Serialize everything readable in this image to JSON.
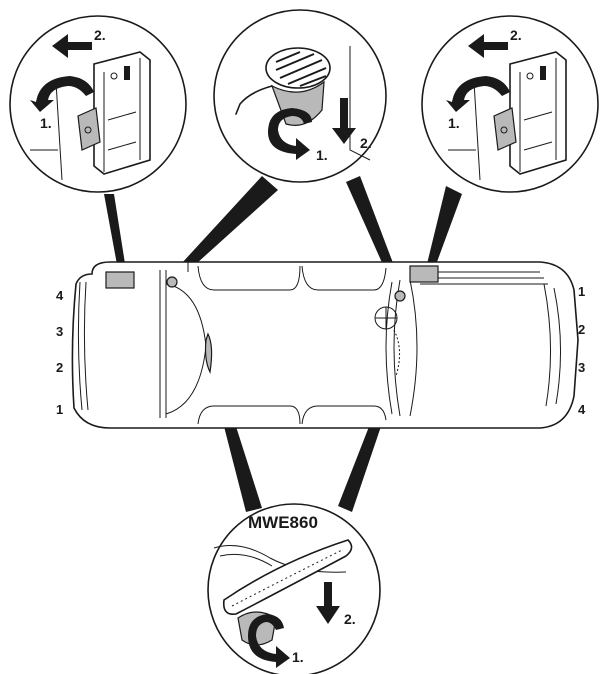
{
  "callouts": {
    "top_left": {
      "step1": "1.",
      "step2": "2."
    },
    "top_center": {
      "step1": "1.",
      "step2": "2."
    },
    "top_right": {
      "step1": "1.",
      "step2": "2."
    },
    "bottom": {
      "model": "MWE860",
      "step1": "1.",
      "step2": "2."
    }
  },
  "seat_numbers": {
    "left": [
      "4",
      "3",
      "2",
      "1"
    ],
    "right": [
      "1",
      "2",
      "3",
      "4"
    ]
  }
}
